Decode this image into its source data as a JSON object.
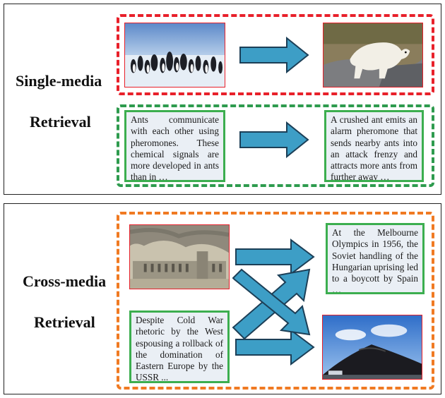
{
  "single_media": {
    "label_line1": "Single-media",
    "label_line2": "Retrieval",
    "text_source": "Ants communicate with each other using pheromones. These chemical signals are more developed in ants than in …",
    "text_target": "A crushed ant emits an alarm pheromone that sends nearby ants into an attack frenzy and attracts more ants from further away …"
  },
  "cross_media": {
    "label_line1": "Cross-media",
    "label_line2": "Retrieval",
    "text_target": "At the Melbourne Olympics in 1956, the Soviet handling of the Hungarian uprising led to a boycott by Spain …",
    "text_source": "Despite Cold War rhetoric by the West espousing a rollback of the domination of Eastern Europe by the USSR ..."
  },
  "colors": {
    "image_border": "#e8202a",
    "text_border": "#3cae4f",
    "arrow_fill": "#3d9ec6",
    "dash_red": "#e8202a",
    "dash_green": "#2e9b4e",
    "dash_orange": "#f07a22"
  }
}
